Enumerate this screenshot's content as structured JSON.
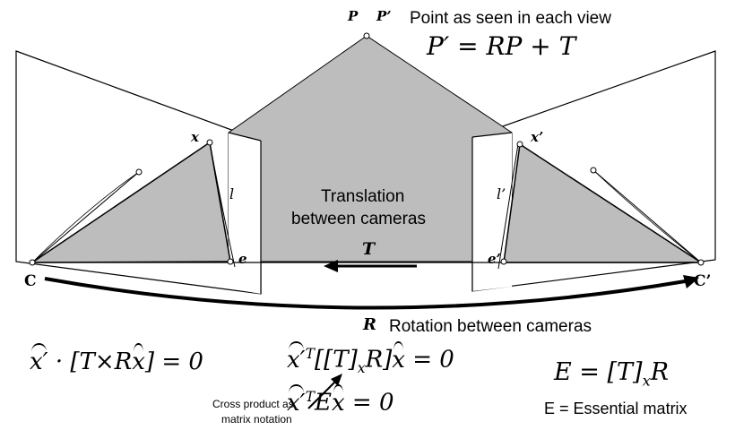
{
  "labels": {
    "P": "P",
    "P_prime": "P’",
    "point_seen": "Point as seen in each view",
    "translation_line1": "Translation",
    "translation_line2": "between cameras",
    "T": "T",
    "R": "R",
    "rotation": "Rotation between cameras",
    "C": "C",
    "C_prime": "C’",
    "x": "x",
    "x_prime": "x’",
    "l": "l",
    "l_prime": "l’",
    "e": "e",
    "e_prime": "e’",
    "cross_product_line1": "Cross product as",
    "cross_product_line2": "matrix notation",
    "essential": "E = Essential matrix"
  },
  "equations": {
    "transform": "P′ = RP + T",
    "eq1_rest": "· [T×R",
    "eq1_end": "] = 0",
    "eq2_mid": "[[T]",
    "eq2_sub": "x",
    "eq2_R": "R]",
    "eq2_end": " = 0",
    "eq3_mid": "E",
    "eq3_end": " = 0",
    "eq4_left": "E = [T]",
    "eq4_sub": "x",
    "eq4_right": "R",
    "x_hat": "x",
    "x_prime_hat": "x′",
    "sup_T": "T"
  },
  "colors": {
    "fill_gray": "#bdbdbd",
    "stroke": "#000000"
  }
}
